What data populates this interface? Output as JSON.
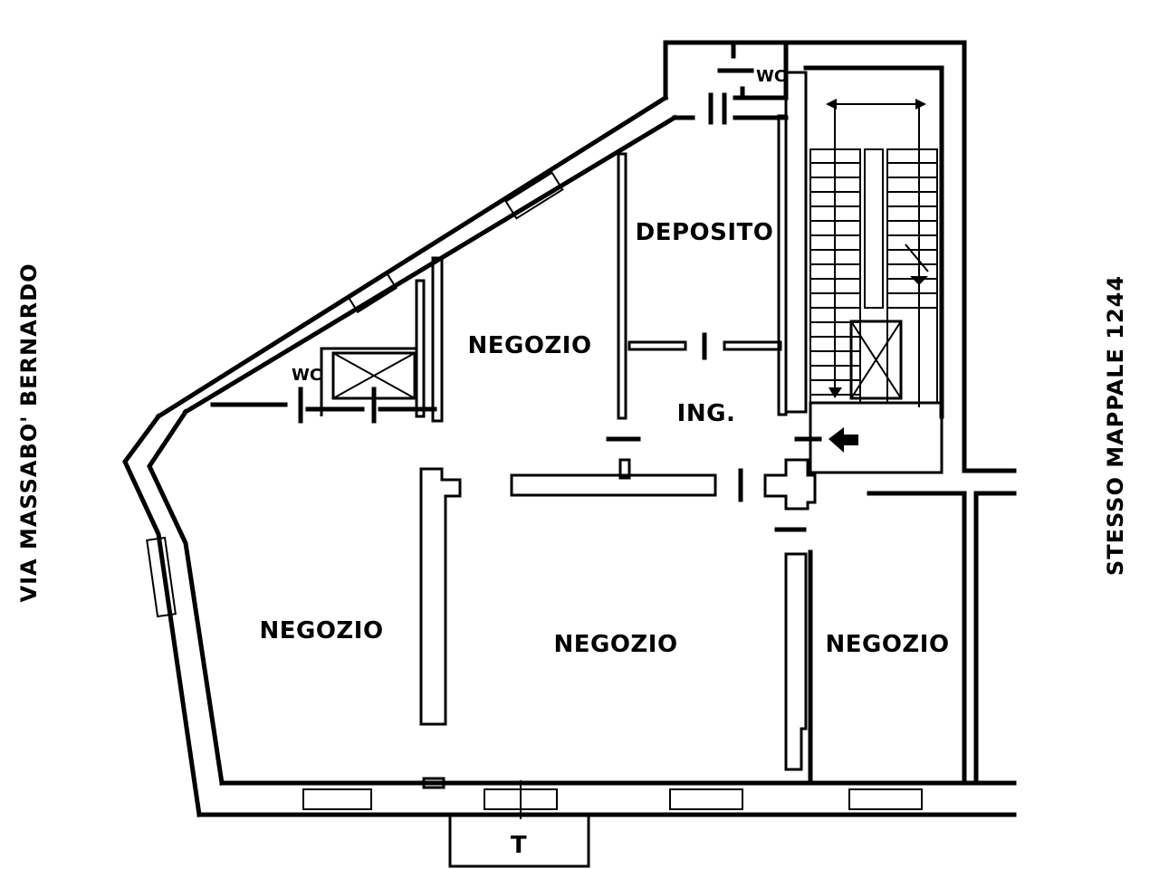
{
  "streets": {
    "left": "VIA MASSABO' BERNARDO",
    "right": "STESSO MAPPALE 1244"
  },
  "rooms": {
    "deposito": "DEPOSITO",
    "negozio_upper": "NEGOZIO",
    "ingresso": "ING.",
    "negozio_left": "NEGOZIO",
    "negozio_center": "NEGOZIO",
    "negozio_right": "NEGOZIO",
    "wc_top": "WC",
    "wc_left": "WC",
    "terrace": "T"
  },
  "icons": {
    "stair_arrow": "double-arrow-icon",
    "entrance_arrow": "arrow-left-icon",
    "lift": "elevator-shaft-icon"
  }
}
